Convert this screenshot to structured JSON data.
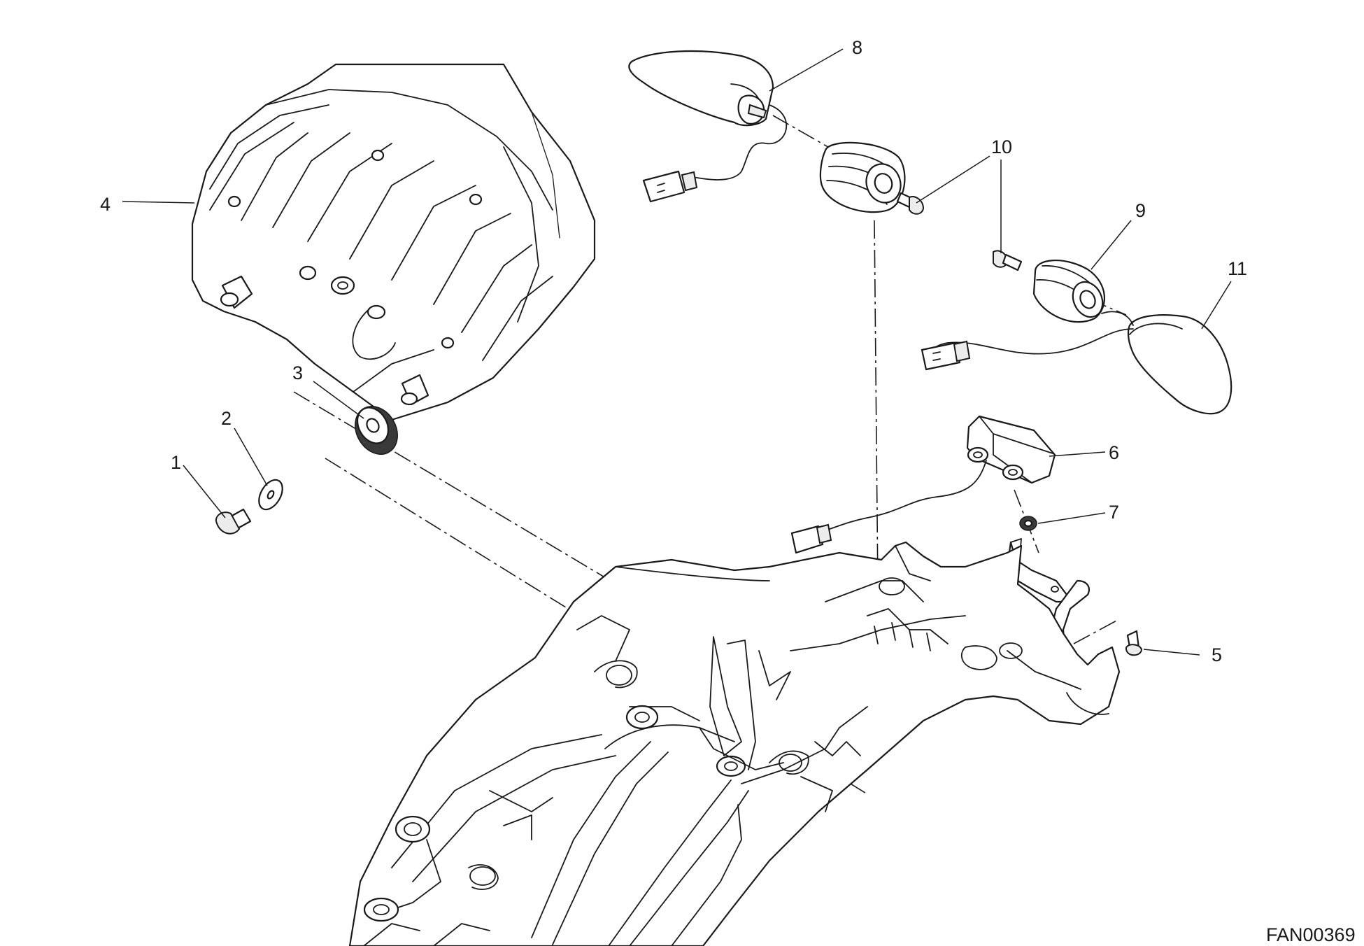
{
  "diagram": {
    "drawing_code": "FAN00369",
    "callouts": [
      {
        "id": "c1",
        "label": "1"
      },
      {
        "id": "c2",
        "label": "2"
      },
      {
        "id": "c3",
        "label": "3"
      },
      {
        "id": "c4",
        "label": "4"
      },
      {
        "id": "c5",
        "label": "5"
      },
      {
        "id": "c6",
        "label": "6"
      },
      {
        "id": "c7",
        "label": "7"
      },
      {
        "id": "c8",
        "label": "8"
      },
      {
        "id": "c9",
        "label": "9"
      },
      {
        "id": "c10a",
        "label": "10"
      },
      {
        "id": "c10b",
        "label": "10"
      },
      {
        "id": "c11",
        "label": "11"
      }
    ]
  }
}
